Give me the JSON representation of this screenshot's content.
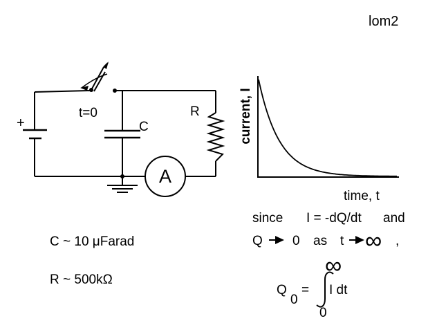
{
  "slide_id": "lom2",
  "circuit": {
    "battery_plus": "+",
    "switch_label": "t=0",
    "capacitor_label": "C",
    "resistor_label": "R",
    "ammeter_label": "A"
  },
  "values": {
    "capacitance": "C ~ 10 μFarad",
    "resistance": "R ~ 500kΩ"
  },
  "graph": {
    "ylabel": "current, I",
    "xlabel": "time, t"
  },
  "explanation": {
    "since": "since",
    "relation": "I = -dQ/dt",
    "and": "and",
    "q": "Q",
    "zero": "0",
    "as": "as",
    "t": "t",
    "infinity": "∞",
    "comma": ","
  },
  "integral": {
    "lhs_q": "Q",
    "lhs_sub": "0",
    "equals": "=",
    "integrand": "I dt",
    "upper": "∞",
    "lower": "0"
  },
  "colors": {
    "ink": "#000000",
    "background": "#ffffff"
  }
}
